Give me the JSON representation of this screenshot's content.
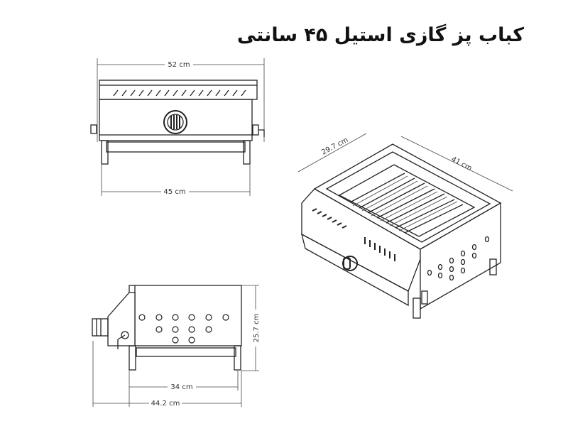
{
  "title": "کباب پز گازی استیل ۴۵ سانتی",
  "front_view": {
    "width_top": "52 cm",
    "width_bottom": "45 cm"
  },
  "iso_view": {
    "depth": "29.7 cm",
    "width": "41 cm"
  },
  "side_view": {
    "height": "25.7 cm",
    "inner_length": "34 cm",
    "total_length": "44.2 cm"
  }
}
